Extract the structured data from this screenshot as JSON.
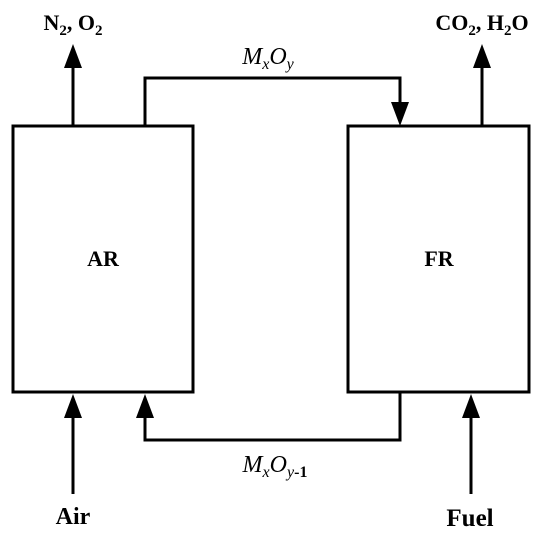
{
  "reactors": {
    "air": {
      "label": "AR"
    },
    "fuel": {
      "label": "FR"
    }
  },
  "outputs": {
    "air_reactor": {
      "species_1": "N",
      "species_1_sub": "2",
      "separator": ", ",
      "species_2": "O",
      "species_2_sub": "2"
    },
    "fuel_reactor": {
      "species_1": "CO",
      "species_1_sub": "2",
      "separator": ", ",
      "species_2": "H",
      "species_2_sub": "2",
      "species_2_tail": "O"
    }
  },
  "inputs": {
    "air": "Air",
    "fuel": "Fuel"
  },
  "streams": {
    "oxidized": {
      "base_1": "M",
      "sub_1": "x",
      "base_2": "O",
      "sub_2": "y"
    },
    "reduced": {
      "base_1": "M",
      "sub_1": "x",
      "base_2": "O",
      "sub_2": "y",
      "sub_2_tail": "-1"
    }
  }
}
